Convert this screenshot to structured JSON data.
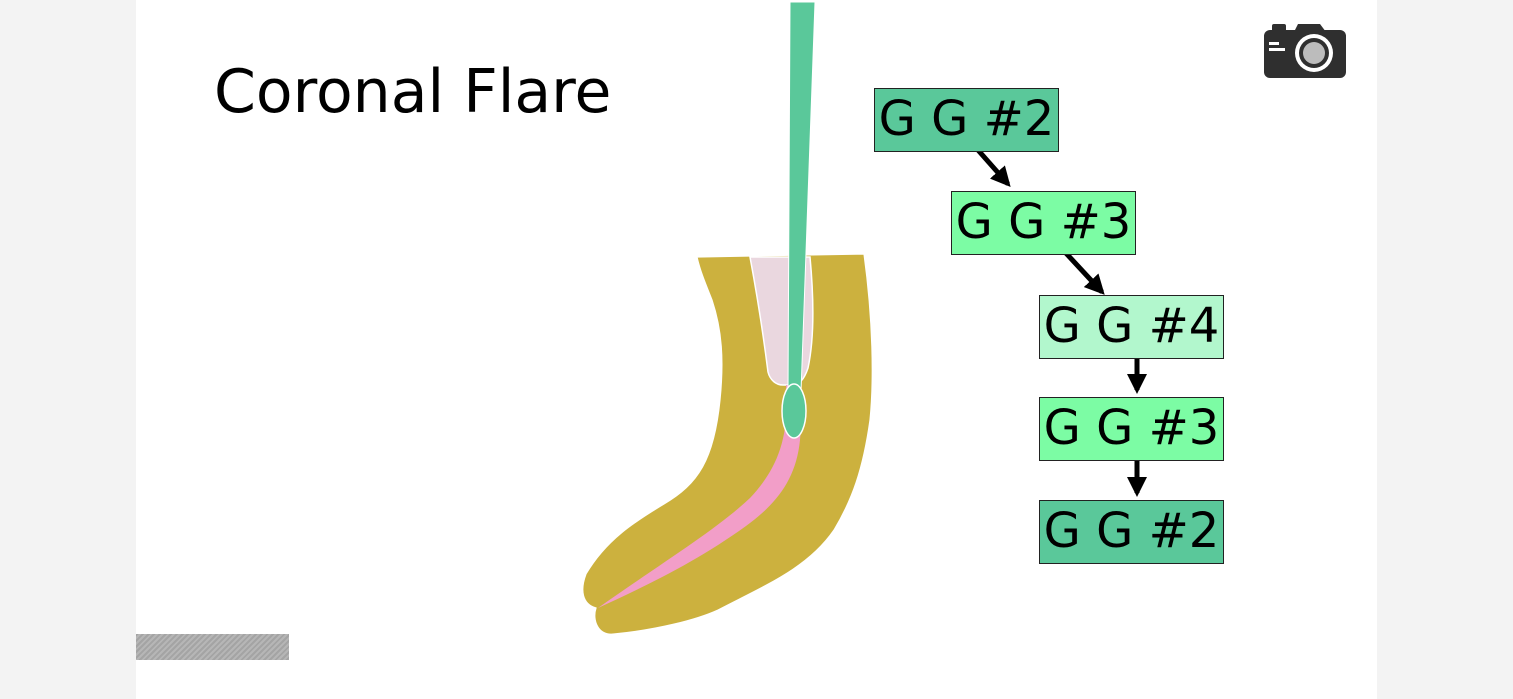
{
  "slide": {
    "title": "Coronal Flare"
  },
  "flow": {
    "steps": [
      {
        "label": "G G #2",
        "color": "#5ac89a"
      },
      {
        "label": "G G #3",
        "color": "#7cfca4"
      },
      {
        "label": "G G #4",
        "color": "#b2f7cd"
      },
      {
        "label": "G G #3",
        "color": "#7cfca4"
      },
      {
        "label": "G G #2",
        "color": "#5ac89a"
      }
    ]
  },
  "icons": {
    "camera": "camera-icon"
  },
  "colors": {
    "tooth": "#ccb13e",
    "pulp_canal": "#f29ec8",
    "flared_zone": "#ead7df",
    "instrument": "#5ac89a",
    "background": "#ffffff",
    "page": "#f3f3f3"
  }
}
